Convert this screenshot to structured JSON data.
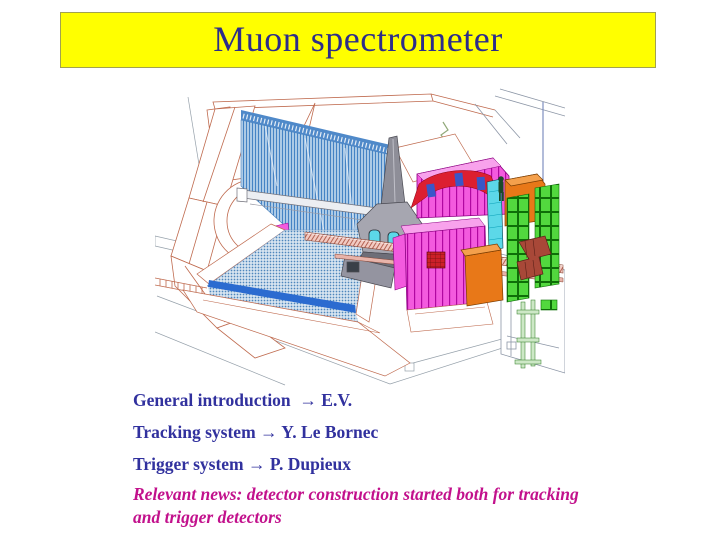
{
  "slide": {
    "title": "Muon spectrometer",
    "banner_bg": "#ffff00",
    "banner_border": "#a2a24e",
    "title_color": "#2d2d8a",
    "background": "#ffffff"
  },
  "agenda": {
    "items": [
      {
        "text": "General introduction  → E.V."
      },
      {
        "text": "Tracking system → Y. Le Bornec"
      },
      {
        "text": "Trigger system → P. Dupieux"
      }
    ],
    "item_color": "#31319e",
    "news": "Relevant news: detector construction started both for tracking and trigger detectors",
    "news_color": "#c2118c"
  },
  "figure": {
    "alt": "Cutaway engineering drawing of the muon spectrometer detector",
    "colors": {
      "wireframe_outline": "#bf6a4e",
      "frame_gray": "#8c96a6",
      "chamber_hatch_blue": "#4583c4",
      "ramp_dotted_blue": "#9bb9d8",
      "ramp_stripe_blue": "#2b6bd0",
      "absorber_gray": "#9a9aa4",
      "dipole_magenta": "#f35ade",
      "coil_red": "#dc1f30",
      "panel_cyan": "#5cd8e8",
      "support_orange": "#e87818",
      "trigger_green": "#52d83e",
      "endcap_brown": "#a84838",
      "beam_pipe_salmon": "#f2cac2"
    }
  }
}
